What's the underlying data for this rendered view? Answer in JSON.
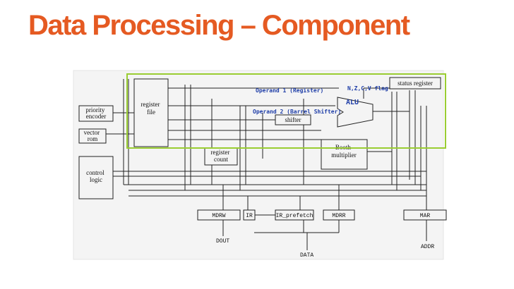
{
  "slide": {
    "title": "Data Processing – Component"
  },
  "colors": {
    "title": "#e55a22",
    "highlight": "#9acd32",
    "annotation": "#1f3ea8",
    "background": "#ffffff",
    "diagram_bg": "#f4f4f4"
  },
  "diagram": {
    "blocks": {
      "priority_encoder": [
        "priority",
        "encoder"
      ],
      "vector_rom": [
        "vector",
        "rom"
      ],
      "control_logic": [
        "control",
        "logic"
      ],
      "register_file": [
        "register",
        "file"
      ],
      "register_count": [
        "register",
        "count"
      ],
      "shifter": "shifter",
      "status_register": "status register",
      "booth_multiplier": [
        "Booth",
        "multiplier"
      ],
      "mdrw": "MDRW",
      "ir": "IR",
      "ir_prefetch": "IR_prefetch",
      "mdrr": "MDRR",
      "mar": "MAR"
    },
    "signals": {
      "dout": "DOUT",
      "data": "DATA",
      "addr": "ADDR"
    },
    "annotations": {
      "operand1": "Operand 1 (Register)",
      "operand2": "Operand 2 (Barrel Shifter)",
      "flags": "N,Z,C,V flag",
      "alu": "ALU"
    }
  }
}
